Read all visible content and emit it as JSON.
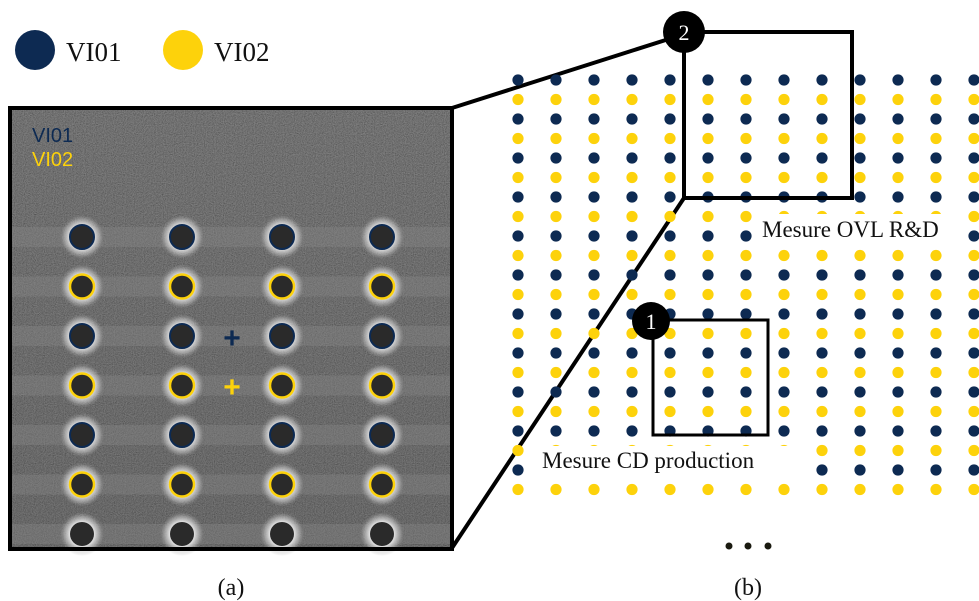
{
  "colors": {
    "vi01": "#0d2a52",
    "vi02": "#fdd20b",
    "sem_background": "#7c7c7c",
    "hole_fill": "#2a2a2a",
    "frame": "#000000"
  },
  "legend": {
    "items": [
      {
        "label": "VI01",
        "color_key": "vi01"
      },
      {
        "label": "VI02",
        "color_key": "vi02"
      }
    ]
  },
  "panel_a": {
    "caption": "(a)",
    "sem_labels": [
      "VI01",
      "VI02"
    ],
    "grid": {
      "rows": [
        "vi01",
        "vi02",
        "vi01",
        "vi02",
        "vi01",
        "vi02",
        "none"
      ],
      "columns": 4
    },
    "center_marks": [
      {
        "symbol": "+",
        "color_key": "vi01"
      },
      {
        "symbol": "+",
        "color_key": "vi02"
      }
    ]
  },
  "panel_b": {
    "caption": "(b)",
    "pattern": {
      "columns": 13,
      "rows": 22,
      "alternating": [
        "vi01",
        "vi02"
      ]
    },
    "zones": [
      {
        "number": "1",
        "label": "Mesure CD production"
      },
      {
        "number": "2",
        "label": "Mesure OVL R&D"
      }
    ],
    "continuation": "..."
  }
}
